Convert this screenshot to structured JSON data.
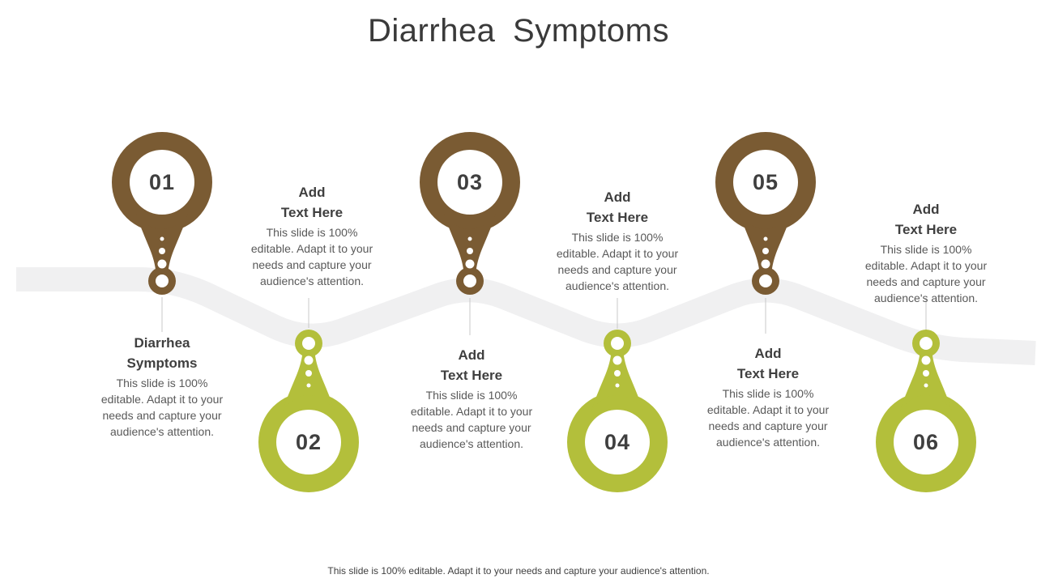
{
  "slide": {
    "title": "Diarrhea Symptoms",
    "footer": "This slide is 100% editable. Adapt it to your needs and capture your audience's attention."
  },
  "colors": {
    "brown": "#7a5b33",
    "olive": "#b3bf3b",
    "ribbon": "#f0f0f1",
    "connector": "#c9c9c9"
  },
  "markers": [
    {
      "number": "01",
      "color": "#7a5b33"
    },
    {
      "number": "02",
      "color": "#b3bf3b"
    },
    {
      "number": "03",
      "color": "#7a5b33"
    },
    {
      "number": "04",
      "color": "#b3bf3b"
    },
    {
      "number": "05",
      "color": "#7a5b33"
    },
    {
      "number": "06",
      "color": "#b3bf3b"
    }
  ],
  "blocks": [
    {
      "heading_line1": "Diarrhea",
      "heading_line2": "Symptoms",
      "body_lines": [
        "This slide is 100%",
        "editable. Adapt it to your",
        "needs and capture your",
        "audience's attention."
      ]
    },
    {
      "heading_line1": "Add",
      "heading_line2": "Text Here",
      "body_lines": [
        "This slide is 100%",
        "editable. Adapt it to your",
        "needs and capture your",
        "audience's attention."
      ]
    },
    {
      "heading_line1": "Add",
      "heading_line2": "Text Here",
      "body_lines": [
        "This slide is 100%",
        "editable. Adapt it to your",
        "needs and capture your",
        "audience's attention."
      ]
    },
    {
      "heading_line1": "Add",
      "heading_line2": "Text Here",
      "body_lines": [
        "This slide is 100%",
        "editable. Adapt it to your",
        "needs and capture your",
        "audience's attention."
      ]
    },
    {
      "heading_line1": "Add",
      "heading_line2": "Text Here",
      "body_lines": [
        "This slide is 100%",
        "editable. Adapt it to your",
        "needs and capture your",
        "audience's attention."
      ]
    },
    {
      "heading_line1": "Add",
      "heading_line2": "Text Here",
      "body_lines": [
        "This slide is 100%",
        "editable. Adapt it to your",
        "needs and capture your",
        "audience's attention."
      ]
    }
  ]
}
